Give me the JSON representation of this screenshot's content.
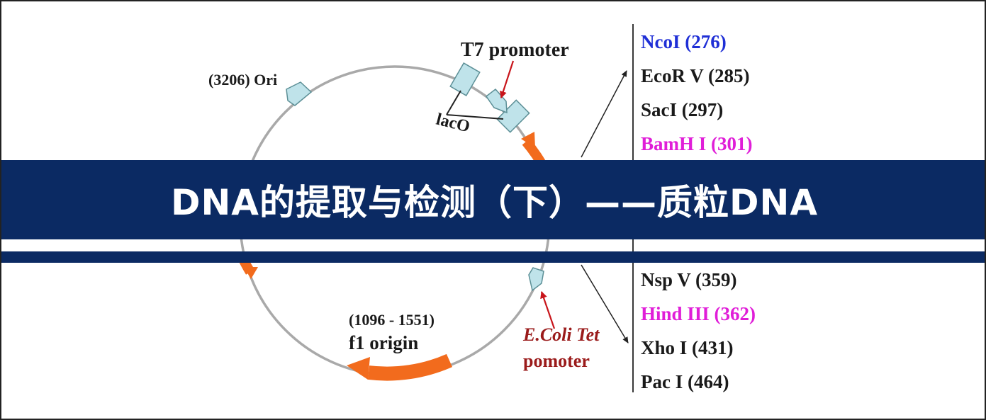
{
  "banner": {
    "title": "DNA的提取与检测（下）——质粒DNA"
  },
  "plasmid_labels": {
    "ori": "(3206) Ori",
    "t7_promoter": "T7 promoter",
    "laco": "lacO",
    "f1_range": "(1096 - 1551)",
    "f1_name": "f1 origin",
    "tet_line1": "E.Coli Tet",
    "tet_line2": "pomoter"
  },
  "restriction_sites_top": [
    {
      "label": "NcoI (276)",
      "color": "#1f2fd6"
    },
    {
      "label": "EcoR V (285)",
      "color": "#1a1a1a"
    },
    {
      "label": "SacI (297)",
      "color": "#1a1a1a"
    },
    {
      "label": "BamH I (301)",
      "color": "#e01ed8"
    }
  ],
  "restriction_sites_bottom": [
    {
      "label": "Nsp V (359)",
      "color": "#1a1a1a"
    },
    {
      "label": "Hind III (362)",
      "color": "#e01ed8"
    },
    {
      "label": "Xho I (431)",
      "color": "#1a1a1a"
    },
    {
      "label": "Pac I (464)",
      "color": "#1a1a1a"
    }
  ],
  "colors": {
    "banner": "#0b2a63",
    "feature_arrow": "#f26b1d",
    "element_box": "#bfe3ea",
    "promoter_arrow": "#c8151b"
  }
}
